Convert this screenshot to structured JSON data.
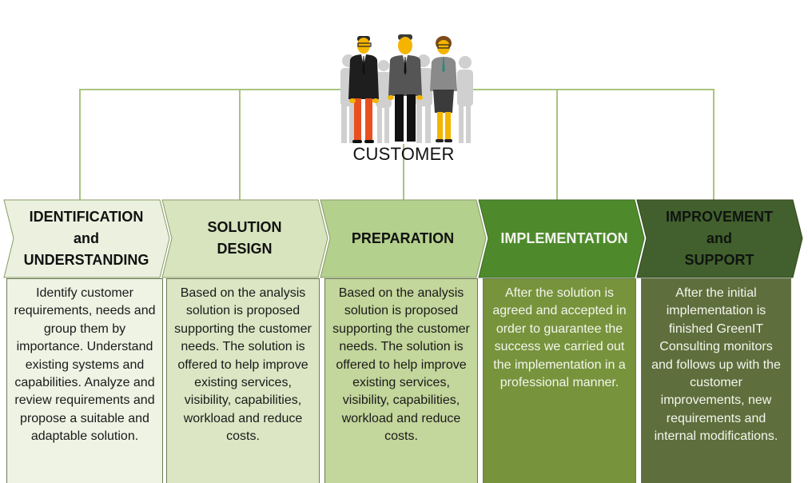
{
  "customer": {
    "label": "CUSTOMER"
  },
  "stages": [
    {
      "title": "IDENTIFICATION\nand\nUNDERSTANDING",
      "description": "Identify customer requirements, needs and group them by importance. Understand existing systems and capabilities. Analyze and review requirements and propose a suitable and adaptable solution.",
      "head_color": "#ebf1de",
      "body_color": "#eef3e4",
      "text_color": "#1a1a1a"
    },
    {
      "title": "SOLUTION\nDESIGN",
      "description": "Based on the analysis solution is proposed supporting the customer needs. The solution is offered to help improve existing services, visibility, capabilities, workload and reduce costs.",
      "head_color": "#d7e4bd",
      "body_color": "#dce6c4",
      "text_color": "#1a1a1a"
    },
    {
      "title": "PREPARATION",
      "description": "Based on the analysis solution is proposed supporting the customer needs. The solution is offered to help improve existing services, visibility, capabilities, workload and reduce costs.",
      "head_color": "#b3d08c",
      "body_color": "#c3d69b",
      "text_color": "#1a1a1a"
    },
    {
      "title": "IMPLEMENTATION",
      "description": "After the solution is agreed and accepted in order to guarantee the success we carried out the implementation in a professional manner.",
      "head_color": "#4e8a2c",
      "body_color": "#77933c",
      "text_color": "#f4f6ee"
    },
    {
      "title": "IMPROVEMENT\nand\nSUPPORT",
      "description": "After the initial implementation is finished GreenIT Consulting monitors and follows up with the customer improvements, new requirements and internal modifications.",
      "head_color": "#42602d",
      "body_color": "#5e6e3c",
      "text_color": "#f4f6ee"
    }
  ],
  "colors": {
    "connector": "#a9c47f",
    "border": "#6a7a52"
  }
}
